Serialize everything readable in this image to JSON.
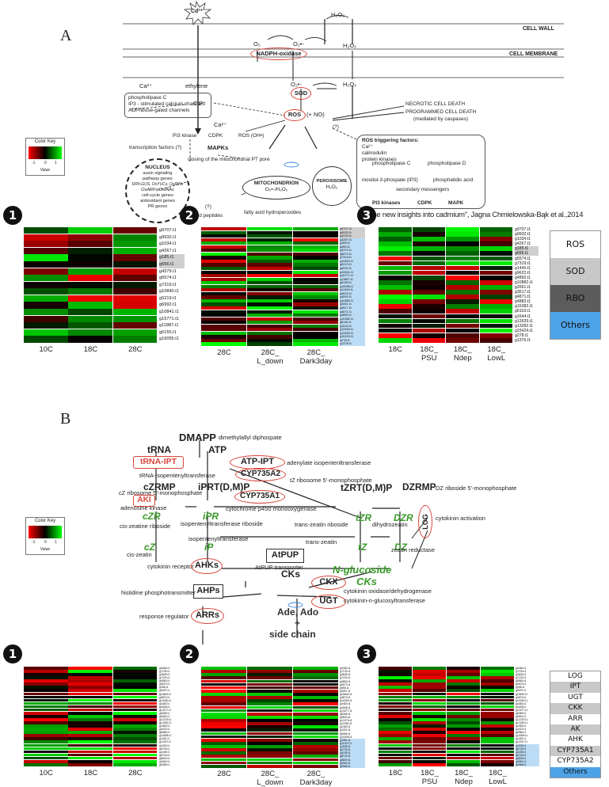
{
  "panel_a": {
    "letter": "A",
    "cd_star": "Cd²⁺",
    "h2o2_top": "H₂O₂",
    "cell_wall": "CELL WALL",
    "cell_membrane": "CELL MEMBRANE",
    "o2": "O₂",
    "o2_radical": "O₂•-",
    "h2o2_a": "H₂O₂",
    "h2o2_b": "H₂O₂",
    "nadph": "NADPH-oxidase",
    "ca_top": "Ca²⁺",
    "ethylene": "ethylene",
    "o2_radical_2": "O₂•-",
    "sod": "SOD",
    "box_lines": [
      "phospholipase C",
      "IP3 - stimulated calcium channels",
      "ADPribose-gated channels"
    ],
    "cd_mid": "Cd²⁺",
    "ros": "ROS",
    "no": "(+ NO)",
    "necrotic": "NECROTIC CELL DEATH",
    "programmed": "PROGRAMMED CELL DEATH",
    "mediated": "(mediated  by caspases)",
    "q_mark": "(?)",
    "ca_mid": "Ca²⁺",
    "pi3": "PI3 kinase",
    "cdpk": "CDPK",
    "ros_oh": "ROS (OH•)",
    "tf": "transcription factors (?)",
    "mapks": "MAPKs",
    "pore": "closing of the mitochondrial PT pore",
    "nucleus_title": "NUCLEUS",
    "nucleus_lines": [
      "auxin signaling",
      "pathway genes",
      "DR5-GUS, OsYUCs, OsPINs",
      "OsARFs/OsIAAs",
      "cell-cycle genes",
      "antioxidant genes",
      "PR genes"
    ],
    "mito": "MITOCHONDRION",
    "mito_sub": "O₂•-/H₂O₂",
    "perox": "PEROXISOME",
    "perox_sub": "H₂O₂",
    "q2": "(?)",
    "oxidized": "oxidized peptides",
    "fatty": "fatty acid hydroperoxides",
    "trig_title": "ROS triggering factors:",
    "trig_lines": [
      "Ca²⁺",
      "calmodulin",
      "protein kinases"
    ],
    "plc": "phospholipase C",
    "pld": "phospholipase D",
    "ip3": "inositol-3-phospate (IP3)",
    "pa": "phosphatidic acid",
    "sec": "secondary messengers",
    "pi3k": "PI3 kinases",
    "cdpk2": "CDPK",
    "mapk": "MAPK",
    "citation": "\"The new insights into cadmium\", Jagna Chmielowska-Bąk et al.,2014"
  },
  "color_key": {
    "title": "Color Key",
    "ticks": [
      "-1",
      "0",
      "1"
    ],
    "value_label": "Value"
  },
  "badges": [
    "1",
    "2",
    "3"
  ],
  "heatmap_a": {
    "h1": {
      "cols": [
        "10C",
        "18C",
        "28C"
      ],
      "rows": [
        "g9707.t1",
        "g9932.t1",
        "g1034.t1",
        "g4267.t1",
        "g185.t1",
        "g656.t1",
        "g4379.t1",
        "g6574.t1",
        "g7319.t1",
        "g10840.t1",
        "g5219.t1",
        "g6992.t1",
        "g10841.t1",
        "g15771.t1",
        "g11887.t1",
        "g6155.t1",
        "g16055.t1"
      ]
    },
    "h2": {
      "cols": [
        "28C",
        "28C_\nL_down",
        "28C_\nDark3day"
      ],
      "rows": [
        "g9707.t1",
        "g9932.t1",
        "g1034.t1",
        "g4267.t1",
        "g185.t1",
        "g656.t1",
        "g4379.t1",
        "g6574.t1",
        "g7319.t1",
        "g10840.t1",
        "g5219.t1",
        "g6992.t1",
        "g10841.t1",
        "g15771.t1",
        "g11887.t1",
        "g6155.t1",
        "g16055.t1",
        "g11440.t1",
        "g9622.t1",
        "g4892.t1",
        "g10882.t1",
        "g2661.t1",
        "g3517.t1",
        "g4871.t1",
        "g4883.t1",
        "g15382.t1",
        "g6118.t1",
        "g1644.t1",
        "g12633.t1",
        "g13282.t1",
        "g15424.t1",
        "g278.t1",
        "g1376.t1"
      ]
    },
    "h3": {
      "cols": [
        "18C",
        "18C_\nPSU",
        "18C_\nNdep",
        "18C_\nLowL"
      ],
      "rows": [
        "g9707.t1",
        "g9932.t1",
        "g1034.t1",
        "g4267.t1",
        "g185.t1",
        "g656.t1",
        "g6574.t1",
        "g7319.t1",
        "g1440.t1",
        "g9622.t1",
        "g4892.t1",
        "g10882.t1",
        "g2661.t1",
        "g3517.t1",
        "g4871.t1",
        "g4883.t1",
        "g15382.t1",
        "g6118.t1",
        "g1644.t1",
        "g12633.t1",
        "g13282.t1",
        "g15424.t1",
        "g278.t1",
        "g1376.t1"
      ]
    },
    "legend": [
      {
        "label": "ROS",
        "color": "#ffffff"
      },
      {
        "label": "SOD",
        "color": "#c8c8c8"
      },
      {
        "label": "RBO",
        "color": "#5c5c5c"
      },
      {
        "label": "Others",
        "color": "#4da3e8"
      }
    ]
  },
  "panel_b": {
    "letter": "B",
    "dmapp": "DMAPP",
    "dmapp_desc": "dimethylallyl diphospate",
    "trna": "tRNA",
    "atp": "ATP",
    "trna_ipt": "tRNA-IPT",
    "atp_ipt": "ATP-IPT",
    "adenylate": "adenylate isopentenltransferase",
    "trna_iso": "tRNA-isopentenyltransferase",
    "cyp2": "CYP735A2",
    "tz_ribo": "tZ ribosome 5'-monophosphate",
    "czrmp": "cZRMP",
    "iprt": "iPRT(D,M)P",
    "tzrt": "tZRT(D,M)P",
    "dzrmp": "DZRMP",
    "dz_ribo": "DZ riboside 5'-monophosphate",
    "cz_ribo": "cZ ribosome 5'-monophosphate",
    "aki": "AKI",
    "adenosine": "adenosine kinase",
    "cyp1": "CYP735A1",
    "cyto_p450": "cytochrome p450 monooxygenase",
    "log": "LOG",
    "czr": "cZR",
    "ipr": "iPR",
    "tzr": "tZR",
    "dzr": "DZR",
    "cyto_act": "cytokinin activation",
    "cis_ribo": "cis-zeatine riboside",
    "iso_trans": "isopentenyltransferase riboside",
    "trans_ribo": "trans-zeatin riboside",
    "dihydro": "dihydrozeatin",
    "iso_trans2": "isopentenyltransferase",
    "trans_zeatin": "trans-zeatin",
    "cz": "cZ",
    "ip": "iP",
    "tz": "tZ",
    "dz": "DZ",
    "cis_zeatin": "cis-zeatin",
    "zeatin_red": "zeatin reductase",
    "atpup": "AtPUP",
    "atpup_trans": "AtPUP transporter",
    "cks": "CKs",
    "ahks": "AHKs",
    "receptor": "cytokinin receptor",
    "n_glucoside": "N-glucoside",
    "cks2": "CKs",
    "histidine": "histidine phosphotransmitter",
    "ahps": "AHPs",
    "ckx": "CKX",
    "ckx_desc": "cytokinin oxidase/dehydrogenase",
    "ugt": "UGT",
    "ugt_desc": "cytokinin-n-glucosyltransferase",
    "response": "response regulator",
    "arrs": "ARRs",
    "ade": "Ade, Ado",
    "plus": "+",
    "side": "side chain"
  },
  "heatmap_b": {
    "h1": {
      "cols": [
        "10C",
        "18C",
        "28C"
      ]
    },
    "h2": {
      "cols": [
        "28C",
        "28C_\nL_down",
        "28C_\nDark3day"
      ]
    },
    "h3": {
      "cols": [
        "18C",
        "18C_\nPSU",
        "18C_\nNdep",
        "18C_\nLowL"
      ]
    },
    "rows": [
      "g9484.t1",
      "g7130.t1",
      "g3845.t1",
      "g7220.t1",
      "g9883.t1",
      "g9670.t1",
      "g956.t1",
      "g9097.t1",
      "g15692.t1",
      "g3873.t1",
      "g10260.t1",
      "g4483.t1",
      "g4008.t1",
      "g13277.t1",
      "g8365.t1",
      "g9604.t1",
      "g12276.t1",
      "g12282.t1",
      "g2463.t1",
      "g4322.t1",
      "g8966.t1",
      "g10008.t1",
      "g1081.t1",
      "g11397.t1",
      "g1539.t1",
      "g6739.t1",
      "g4155.t1",
      "g8743.t1",
      "g8603.t1",
      "g9062.t1",
      "g9968.t1"
    ],
    "legend": [
      {
        "label": "LOG",
        "color": "#ffffff"
      },
      {
        "label": "IPT",
        "color": "#c8c8c8"
      },
      {
        "label": "UGT",
        "color": "#ffffff"
      },
      {
        "label": "CKK",
        "color": "#c8c8c8"
      },
      {
        "label": "ARR",
        "color": "#ffffff"
      },
      {
        "label": "AK",
        "color": "#c8c8c8"
      },
      {
        "label": "AHK",
        "color": "#ffffff"
      },
      {
        "label": "CYP735A1",
        "color": "#c8c8c8"
      },
      {
        "label": "CYP735A2",
        "color": "#ffffff"
      },
      {
        "label": "Others",
        "color": "#4da3e8"
      }
    ]
  }
}
